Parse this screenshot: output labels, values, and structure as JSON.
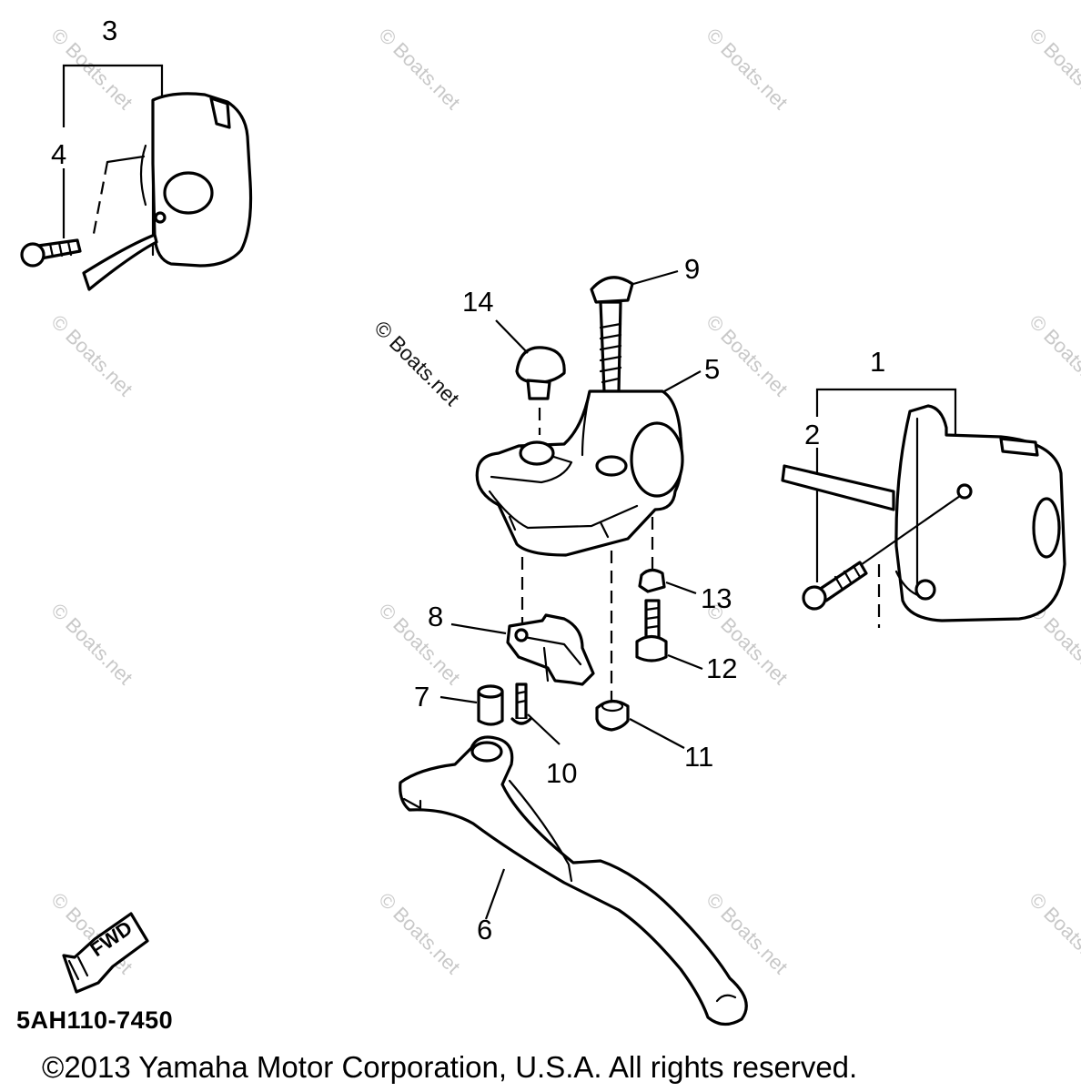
{
  "diagram_code": "5AH110-7450",
  "copyright": "©2013 Yamaha Motor Corporation, U.S.A. All rights reserved.",
  "watermark": "© Boats.net",
  "direction_arrow": {
    "label": "FWD",
    "icon": "fwd-arrow-icon"
  },
  "callouts": [
    "1",
    "2",
    "3",
    "4",
    "5",
    "6",
    "7",
    "8",
    "9",
    "10",
    "11",
    "12",
    "13",
    "14"
  ]
}
